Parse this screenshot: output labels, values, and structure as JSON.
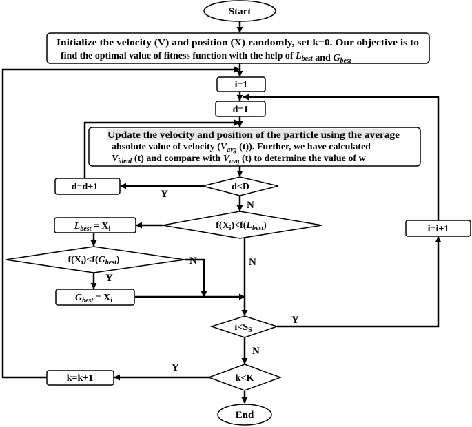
{
  "nodes": {
    "start": "Start",
    "init": {
      "line1": "Initialize the velocity (V) and position (X) randomly, set k=0. Our objective is to",
      "line2_pre": "find the optimal value of fitness function with the help of",
      "lbest_main": "L",
      "lbest_sub": "best",
      "and": "and",
      "gbest_main": "G",
      "gbest_sub": "best"
    },
    "i_init": "i=1",
    "d_init": "d=1",
    "update": {
      "line1": "Update the velocity and position of the particle using the average",
      "line2_pre": "absolute value of velocity (",
      "vavg_main": "V",
      "vavg_sub": "avg",
      "line2_post": " (t)). Further, we have calculated",
      "videal_main": "V",
      "videal_sub": "ideal",
      "line3_mid": " (t) and compare with ",
      "vavg2_main": "V",
      "vavg2_sub": "avg",
      "line3_post": " (t) to determine the value of w"
    },
    "d_cond": "d<D",
    "d_inc": "d=d+1",
    "f_cond_pre": "f(X",
    "f_cond_i": "i",
    "f_cond_mid": ")<f(",
    "f_cond_L": "L",
    "f_cond_Lsub": "best",
    "f_cond_post": ")",
    "lbest_assign_L": "L",
    "lbest_assign_sub": "best",
    "lbest_assign_rest": " = X",
    "lbest_assign_i": "i",
    "g_cond_pre": "f(X",
    "g_cond_i": "i",
    "g_cond_mid": ")<f(",
    "g_cond_G": "G",
    "g_cond_Gsub": "best",
    "g_cond_post": ")",
    "gbest_assign_G": "G",
    "gbest_assign_sub": "best",
    "gbest_assign_rest": " = X",
    "gbest_assign_i": "i",
    "i_cond_pre": "i<S",
    "i_cond_sub": "S",
    "i_inc": "i=i+1",
    "k_cond": "k<K",
    "k_inc": "k=k+1",
    "end": "End"
  },
  "edge_labels": {
    "d_yes": "Y",
    "d_no": "N",
    "f_no": "N",
    "g_yes": "Y",
    "g_no": "N",
    "i_yes": "Y",
    "i_no": "N",
    "k_yes": "Y"
  },
  "colors": {
    "highlight": "#e6e6e6"
  }
}
